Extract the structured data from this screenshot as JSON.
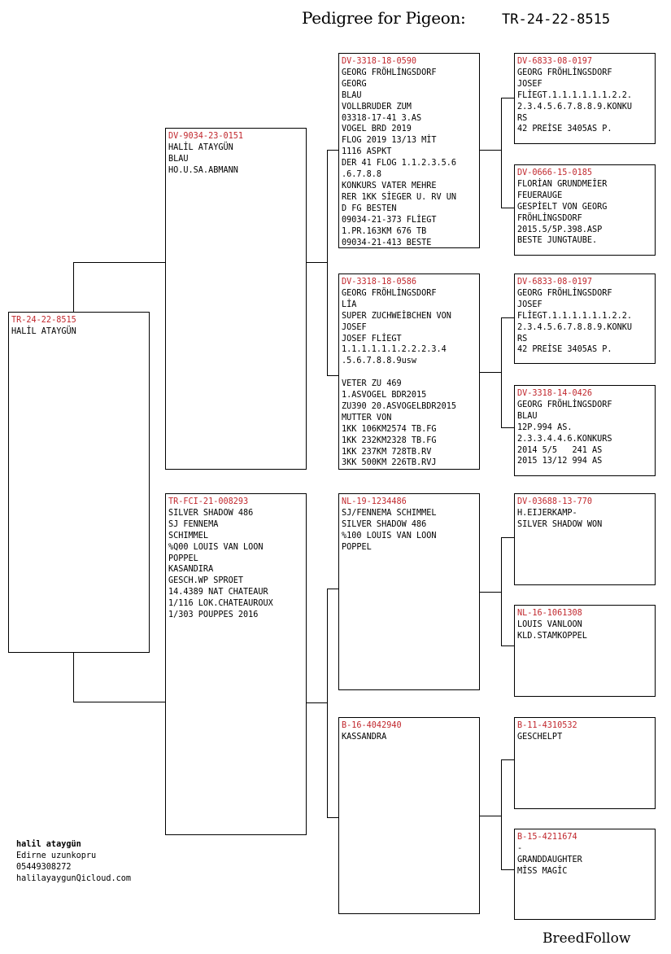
{
  "header": {
    "title": "Pedigree for Pigeon:",
    "ring": "TR-24-22-8515"
  },
  "pigeons": {
    "subject": {
      "ring": "TR-24-22-8515",
      "lines": [
        "HALİL ATAYGÜN"
      ]
    },
    "sire": {
      "ring": "DV-9034-23-0151",
      "lines": [
        "HALİL ATAYGÜN",
        "BLAU",
        "HO.U.SA.ABMANN"
      ]
    },
    "dam": {
      "ring": "TR-FCI-21-008293",
      "lines": [
        "SILVER SHADOW 486",
        "SJ FENNEMA",
        "SCHIMMEL",
        "%Q00 LOUIS VAN LOON",
        "POPPEL",
        "KASANDIRA",
        "GESCH.WP SPROET",
        "14.4389 NAT CHATEAUR",
        "1/116 LOK.CHATEAUROUX",
        "1/303 POUPPES 2016"
      ]
    },
    "sire_sire": {
      "ring": "DV-3318-18-0590",
      "lines": [
        "GEORG FRÖHLİNGSDORF",
        "GEORG",
        "BLAU",
        "VOLLBRUDER ZUM",
        "03318-17-41 3.AS",
        "VOGEL BRD 2019",
        "FLOG 2019 13/13 MİT",
        "1116 ASPKT",
        "DER 41 FLOG 1.1.2.3.5.6",
        ".6.7.8.8",
        "KONKURS VATER MEHRE",
        "RER 1KK SİEGER U. RV UN",
        "D FG BESTEN",
        "09034-21-373 FLİEGT",
        "1.PR.163KM 676 TB",
        "09034-21-413 BESTE"
      ]
    },
    "sire_dam": {
      "ring": "DV-3318-18-0586",
      "lines": [
        "GEORG FRÖHLİNGSDORF",
        "LİA",
        "SUPER ZUCHWEİBCHEN VON",
        "JOSEF",
        "JOSEF FLİEGT",
        "1.1.1.1.1.1.2.2.2.3.4",
        ".5.6.7.8.8.9usw",
        "",
        "VETER ZU 469",
        "1.ASVOGEL BDR2015",
        "ZU390 20.ASVOGELBDR2015",
        "MUTTER VON",
        "1KK 106KM2574 TB.FG",
        "1KK 232KM2328 TB.FG",
        "1KK 237KM 728TB.RV",
        "3KK 500KM 226TB.RVJ"
      ]
    },
    "dam_sire": {
      "ring": "NL-19-1234486",
      "lines": [
        "SJ/FENNEMA SCHIMMEL",
        "SILVER SHADOW 486",
        "%100 LOUIS VAN LOON",
        "POPPEL"
      ]
    },
    "dam_dam": {
      "ring": "B-16-4042940",
      "lines": [
        "KASSANDRA"
      ]
    },
    "ss_sire": {
      "ring": "DV-6833-08-0197",
      "lines": [
        "GEORG FRÖHLİNGSDORF",
        "JOSEF",
        "FLİEGT.1.1.1.1.1.1.2.2.",
        "2.3.4.5.6.7.8.8.9.KONKU",
        "RS",
        "42 PREİSE 3405AS P."
      ]
    },
    "ss_dam": {
      "ring": "DV-0666-15-0185",
      "lines": [
        "FLORİAN GRUNDMEİER",
        "FEUERAUGE",
        "GESPİELT VON GEORG",
        "FRÖHLİNGSDORF",
        "2015.5/5P.398.ASP",
        "BESTE JUNGTAUBE."
      ]
    },
    "sd_sire": {
      "ring": "DV-6833-08-0197",
      "lines": [
        "GEORG FRÖHLİNGSDORF",
        "JOSEF",
        "FLİEGT.1.1.1.1.1.1.2.2.",
        "2.3.4.5.6.7.8.8.9.KONKU",
        "RS",
        "42 PREİSE 3405AS P."
      ]
    },
    "sd_dam": {
      "ring": "DV-3318-14-0426",
      "lines": [
        "GEORG FRÖHLİNGSDORF",
        "BLAU",
        "12P.994 AS.",
        "2.3.3.4.4.6.KONKURS",
        "2014 5/5   241 AS",
        "2015 13/12 994 AS"
      ]
    },
    "ds_sire": {
      "ring": "DV-03688-13-770",
      "lines": [
        "H.EIJERKAMP-",
        "SILVER SHADOW WON"
      ]
    },
    "ds_dam": {
      "ring": "NL-16-1061308",
      "lines": [
        "LOUIS VANLOON",
        "KLD.STAMKOPPEL"
      ]
    },
    "dd_sire": {
      "ring": "B-11-4310532",
      "lines": [
        "GESCHELPT"
      ]
    },
    "dd_dam": {
      "ring": "B-15-4211674",
      "lines": [
        "-",
        "GRANDDAUGHTER",
        "MİSS MAGİC"
      ]
    }
  },
  "owner": {
    "name": "halil ataygün",
    "city": "Edirne uzunkopru",
    "phone": "05449308272",
    "email": "halilayaygunQicloud.com"
  },
  "brand": "BreedFollow",
  "colors": {
    "ring_text": "#c1272d",
    "border": "#000000",
    "background": "#ffffff"
  }
}
